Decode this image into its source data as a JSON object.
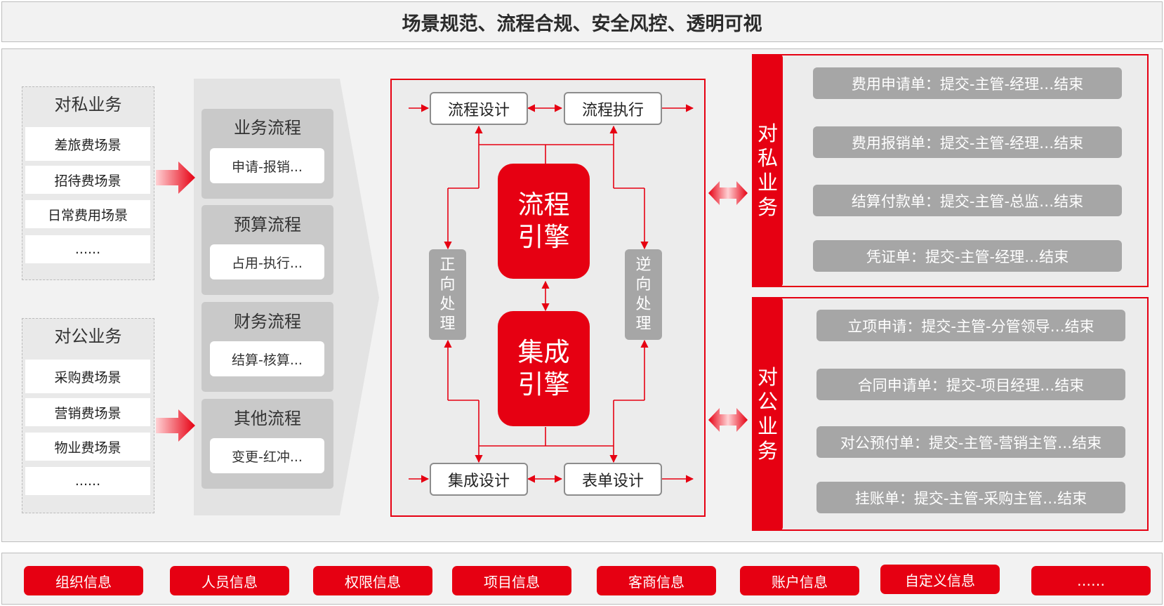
{
  "header": {
    "title": "场景规范、流程合规、安全风控、透明可视"
  },
  "private_group": {
    "title": "对私业务",
    "scenes": [
      "差旅费场景",
      "招待费场景",
      "日常费用场景",
      "......"
    ]
  },
  "public_group": {
    "title": "对公业务",
    "scenes": [
      "采购费场景",
      "营销费场景",
      "物业费场景",
      "......"
    ]
  },
  "flows": [
    {
      "title": "业务流程",
      "sub": "申请-报销..."
    },
    {
      "title": "预算流程",
      "sub": "占用-执行..."
    },
    {
      "title": "财务流程",
      "sub": "结算-核算..."
    },
    {
      "title": "其他流程",
      "sub": "变更-红冲..."
    }
  ],
  "engine_panel": {
    "nodes": {
      "flow_design": "流程设计",
      "flow_exec": "流程执行",
      "integration_design": "集成设计",
      "form_design": "表单设计"
    },
    "flow_engine": [
      "流程",
      "引擎"
    ],
    "integration_engine": [
      "集成",
      "引擎"
    ],
    "forward": [
      "正",
      "向",
      "处",
      "理"
    ],
    "reverse": [
      "逆",
      "向",
      "处",
      "理"
    ]
  },
  "biz_private": {
    "label": [
      "对",
      "私",
      "业",
      "务"
    ],
    "items": [
      "费用申请单：提交-主管-经理…结束",
      "费用报销单：提交-主管-经理…结束",
      "结算付款单：提交-主管-总监…结束",
      "凭证单：提交-主管-经理…结束"
    ]
  },
  "biz_public": {
    "label": [
      "对",
      "公",
      "业",
      "务"
    ],
    "items": [
      "立项申请：提交-主管-分管领导…结束",
      "合同申请单：提交-项目经理…结束",
      "对公预付单：提交-主管-营销主管…结束",
      "挂账单：提交-主管-采购主管…结束"
    ]
  },
  "bottom_tags": [
    "组织信息",
    "人员信息",
    "权限信息",
    "项目信息",
    "客商信息",
    "账户信息",
    "自定义信息",
    "……"
  ],
  "colors": {
    "accent": "#e60012",
    "gray_box": "#a6a6a6",
    "panel": "#f2f2f2"
  }
}
